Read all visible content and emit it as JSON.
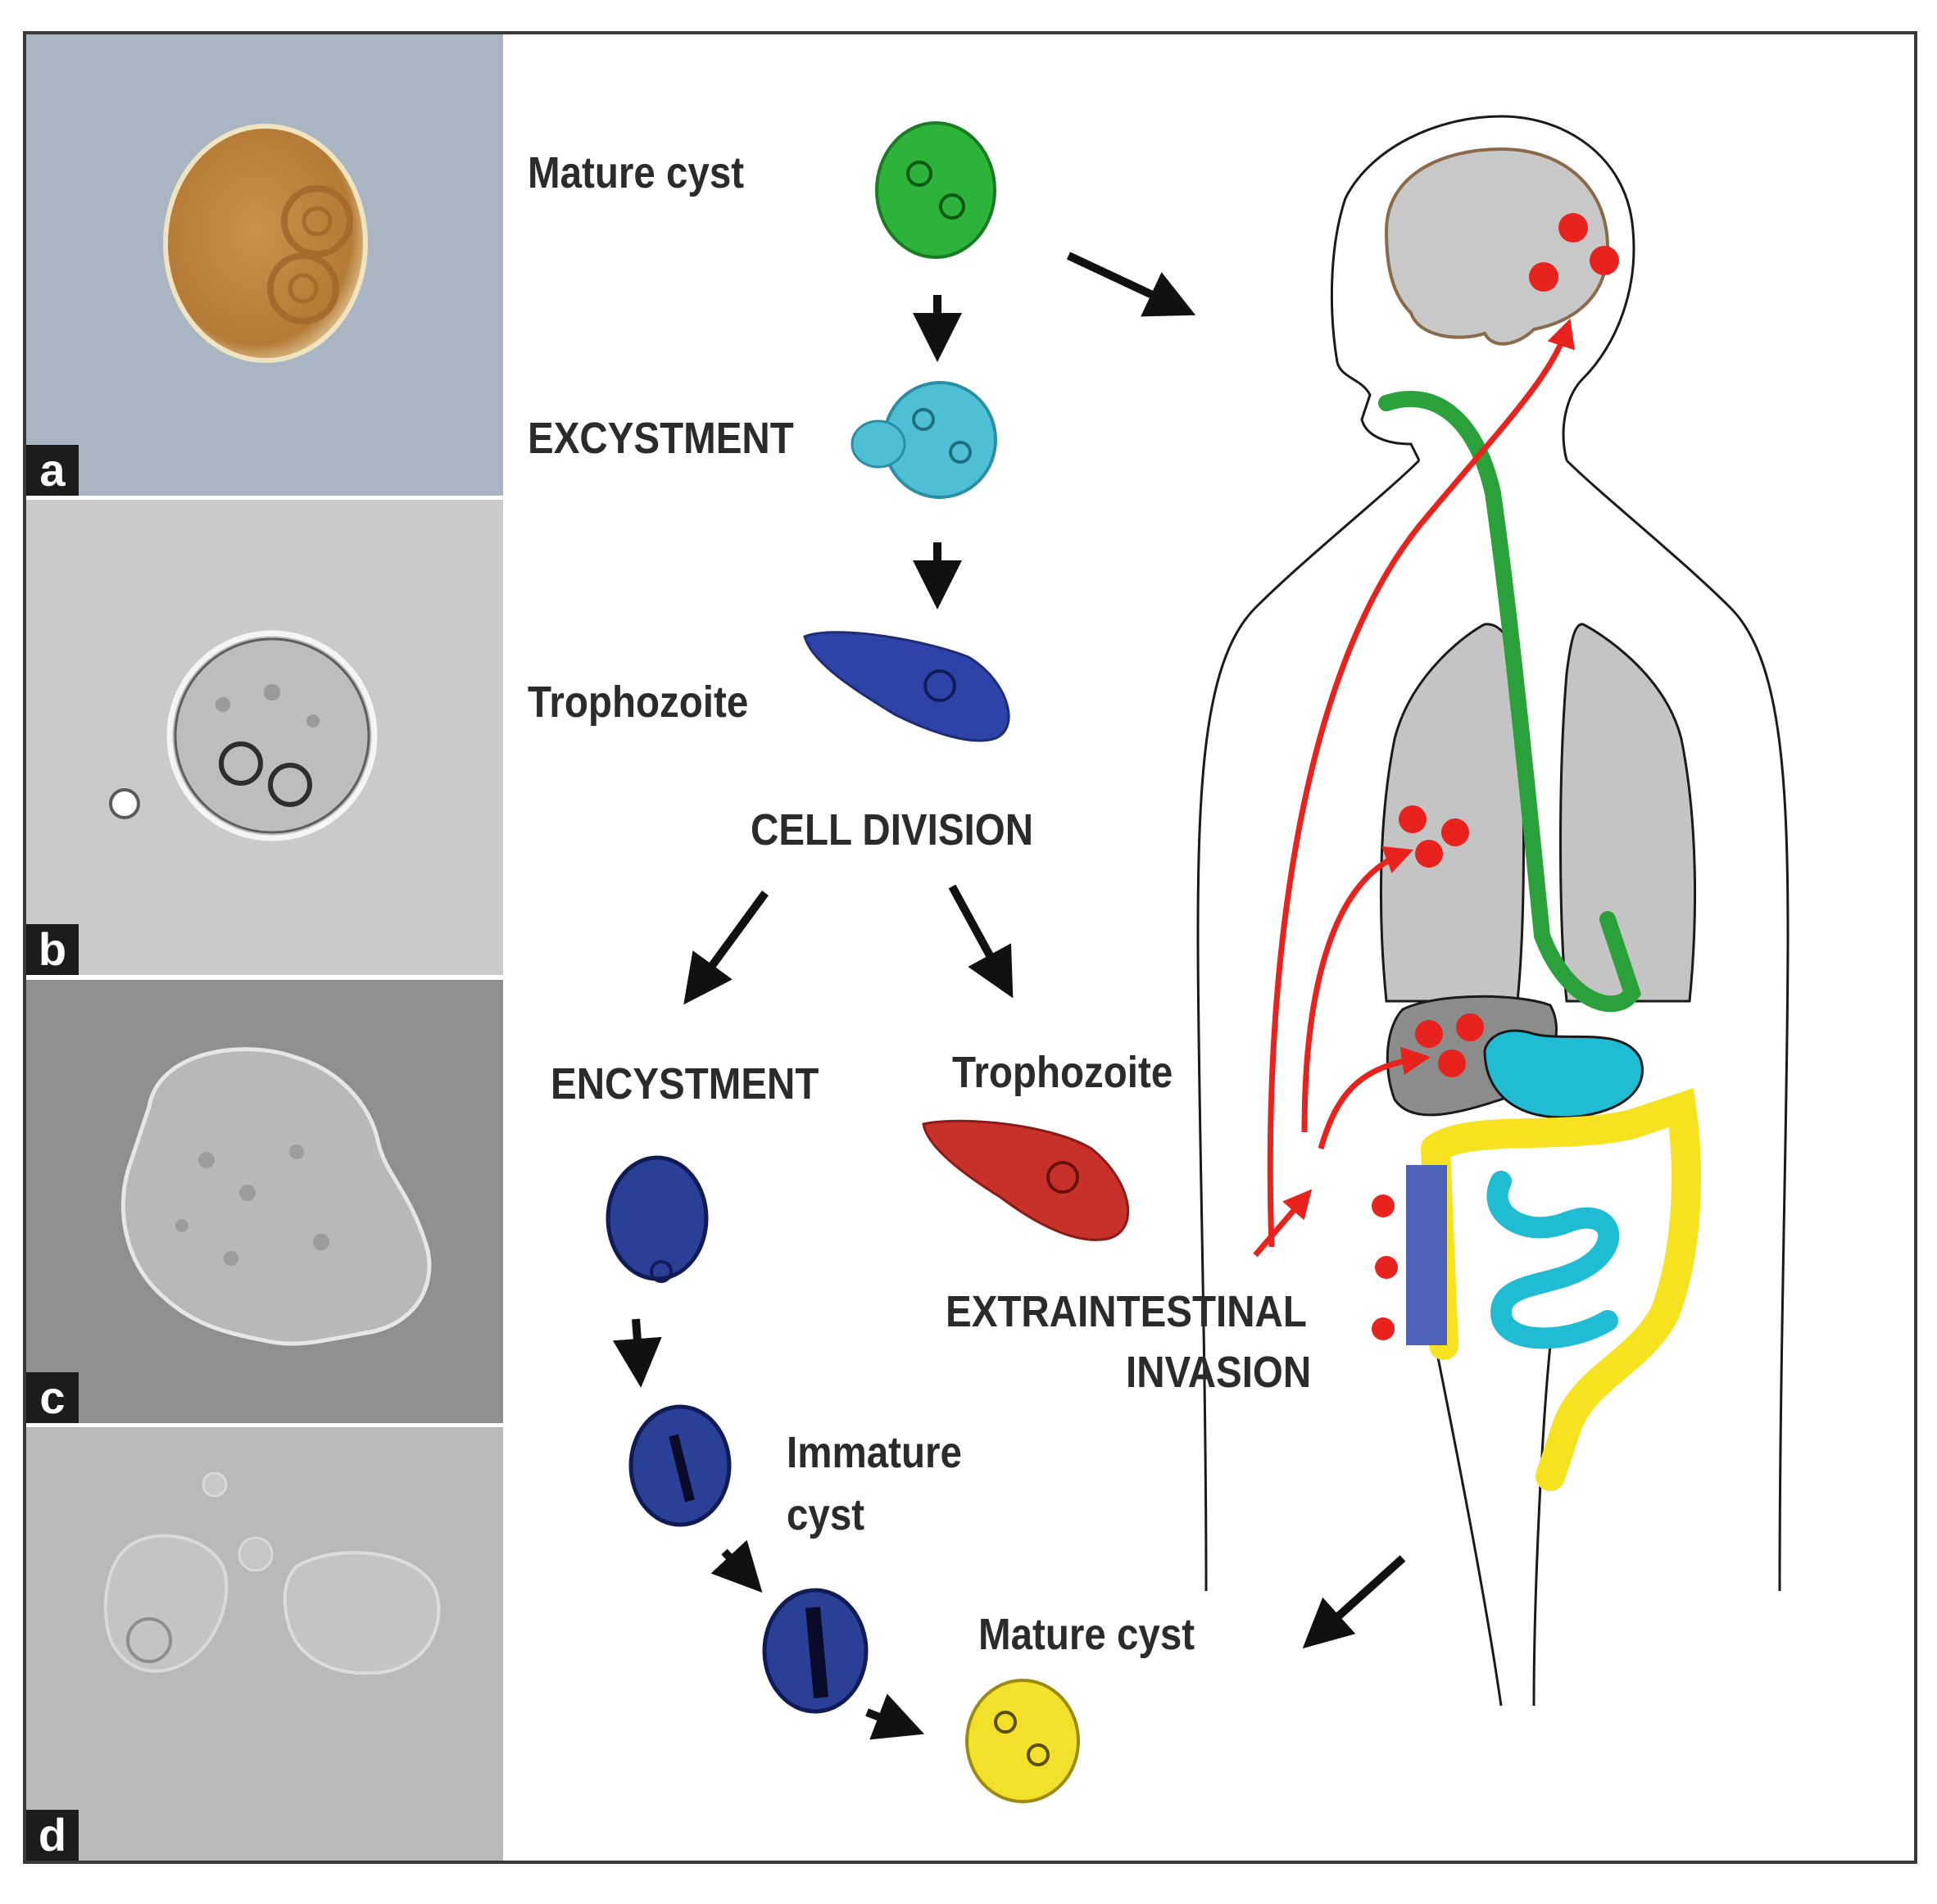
{
  "panels": [
    {
      "tag": "a",
      "bg": "#a9b5c2"
    },
    {
      "tag": "b",
      "bg": "#c9c9c9"
    },
    {
      "tag": "c",
      "bg": "#8e8e8e"
    },
    {
      "tag": "d",
      "bg": "#b8b8b8"
    }
  ],
  "lifecycle": {
    "mature_cyst_top": "Mature cyst",
    "excystment": "EXCYSTMENT",
    "trophozoite_top": "Trophozoite",
    "cell_division": "CELL DIVISION",
    "encystment": "ENCYSTMENT",
    "trophozoite_invasive": "Trophozoite",
    "immature_cyst_line1": "Immature",
    "immature_cyst_line2": "cyst",
    "mature_cyst_bottom": "Mature cyst",
    "extraintestinal_line1": "EXTRAINTESTINAL",
    "extraintestinal_line2": "INVASION"
  },
  "colors": {
    "mature_cyst_top": "#2db33a",
    "excystment_cyst": "#4fbfd6",
    "trophozoite_blue": "#2e43a8",
    "trophozoite_red": "#c8302a",
    "cyst_blue": "#2a3f96",
    "mature_cyst_yellow": "#f2e02a",
    "organ_gray": "#c4c4c4",
    "liver_gray": "#8c8c8c",
    "esophagus_green": "#2aa13b",
    "stomach_cyan": "#1fbcd4",
    "colon_yellow": "#f6e21e",
    "lesion_red": "#e8221c",
    "arrow_black": "#111111"
  }
}
